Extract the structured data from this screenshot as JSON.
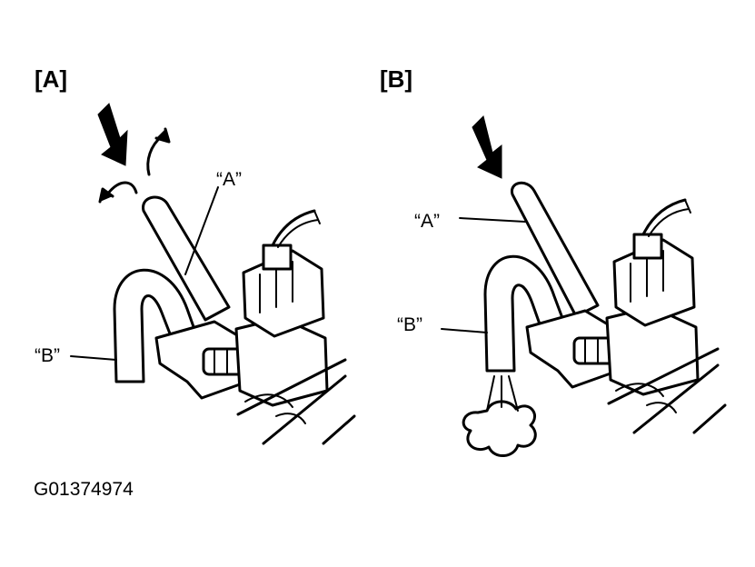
{
  "panels": [
    {
      "label": "[A]",
      "callout_a": "“A”",
      "callout_b": "“B”"
    },
    {
      "label": "[B]",
      "callout_a": "“A”",
      "callout_b": "“B”"
    }
  ],
  "figure_id": "G01374974"
}
